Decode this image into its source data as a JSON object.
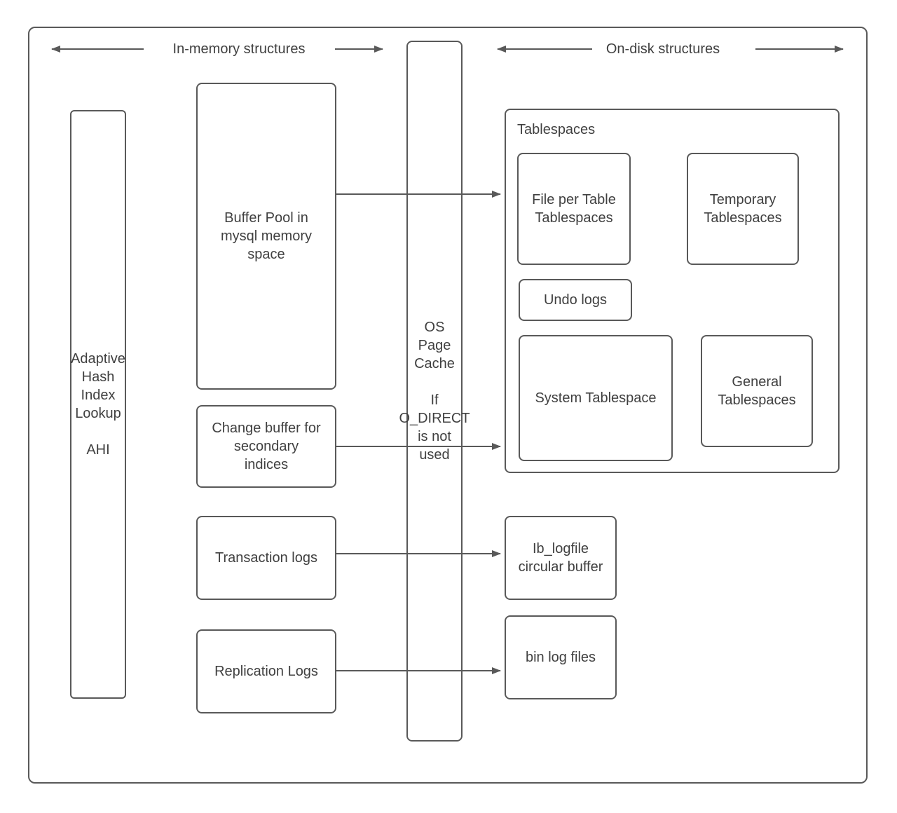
{
  "colors": {
    "border": "#595959",
    "arrow": "#595959",
    "text": "#404040",
    "background": "#ffffff"
  },
  "headers": {
    "in_memory": "In-memory structures",
    "on_disk": "On-disk structures"
  },
  "in_memory": {
    "ahi": {
      "top_lines": [
        "Adaptive",
        "Hash",
        "Index",
        "Lookup"
      ],
      "abbrev": "AHI"
    },
    "buffer_pool": [
      "Buffer Pool in",
      "mysql memory",
      "space"
    ],
    "change_buffer": [
      "Change buffer for",
      "secondary",
      "indices"
    ],
    "transaction_logs": "Transaction logs",
    "replication_logs": "Replication Logs"
  },
  "os_page_cache": {
    "top_lines": [
      "OS",
      "Page",
      "Cache"
    ],
    "bottom_lines": [
      "If",
      "O_DIRECT",
      "is not",
      "used"
    ]
  },
  "on_disk": {
    "tablespaces_title": "Tablespaces",
    "file_per_table": [
      "File per Table",
      "Tablespaces"
    ],
    "temporary": [
      "Temporary",
      "Tablespaces"
    ],
    "undo_logs": "Undo logs",
    "system": "System Tablespace",
    "general": [
      "General",
      "Tablespaces"
    ],
    "ib_logfile": [
      "Ib_logfile",
      "circular buffer"
    ],
    "bin_log_files": "bin log files"
  }
}
